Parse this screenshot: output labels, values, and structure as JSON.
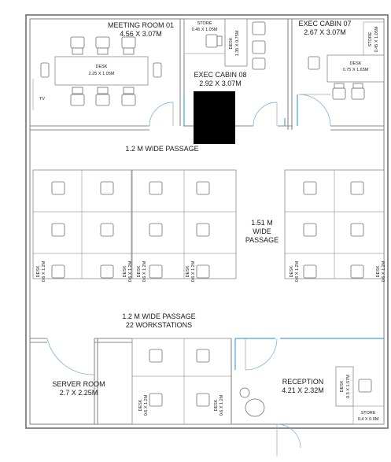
{
  "rooms": {
    "meeting_room": {
      "name": "MEETING ROOM 01",
      "size": "4.56 X 3.07M",
      "desk_label": "DESK",
      "desk_size": "2.25 X 1.05M",
      "tv_label": "TV"
    },
    "store_top": {
      "name": "STORE",
      "size": "0.45 X 1.05M"
    },
    "exec_cabin_08": {
      "name": "EXEC CABIN 08",
      "size": "2.92 X 3.07M",
      "desk_label": "DESK",
      "desk_size": "1.35 X 0.75M"
    },
    "exec_cabin_07": {
      "name": "EXEC CABIN 07",
      "size": "2.67 X 3.07M",
      "desk_label": "DESK",
      "desk_size": "0.75 X 1.65M"
    },
    "store_right": {
      "name": "STORE",
      "size": "0.45 X 1.05M"
    },
    "server_room": {
      "name": "SERVER ROOM",
      "size": "2.7 X 2.25M"
    },
    "reception": {
      "name": "RECEPTION",
      "size": "4.21 X 2.32M",
      "desk_label": "DESK",
      "desk_size": "0.5 X 1.57M"
    },
    "store_bottom": {
      "name": "STORE",
      "size": "0.4 X 0.9M"
    }
  },
  "passages": {
    "top": "1.2 M WIDE PASSAGE",
    "middle_line1": "1.51 M",
    "middle_line2": "WIDE",
    "middle_line3": "PASSAGE",
    "bottom": "1.2 M WIDE PASSAGE",
    "workstations": "22 WORKSTATIONS"
  },
  "workstation_desk": {
    "label": "DESK",
    "size": "0.6 X 1.2M"
  }
}
